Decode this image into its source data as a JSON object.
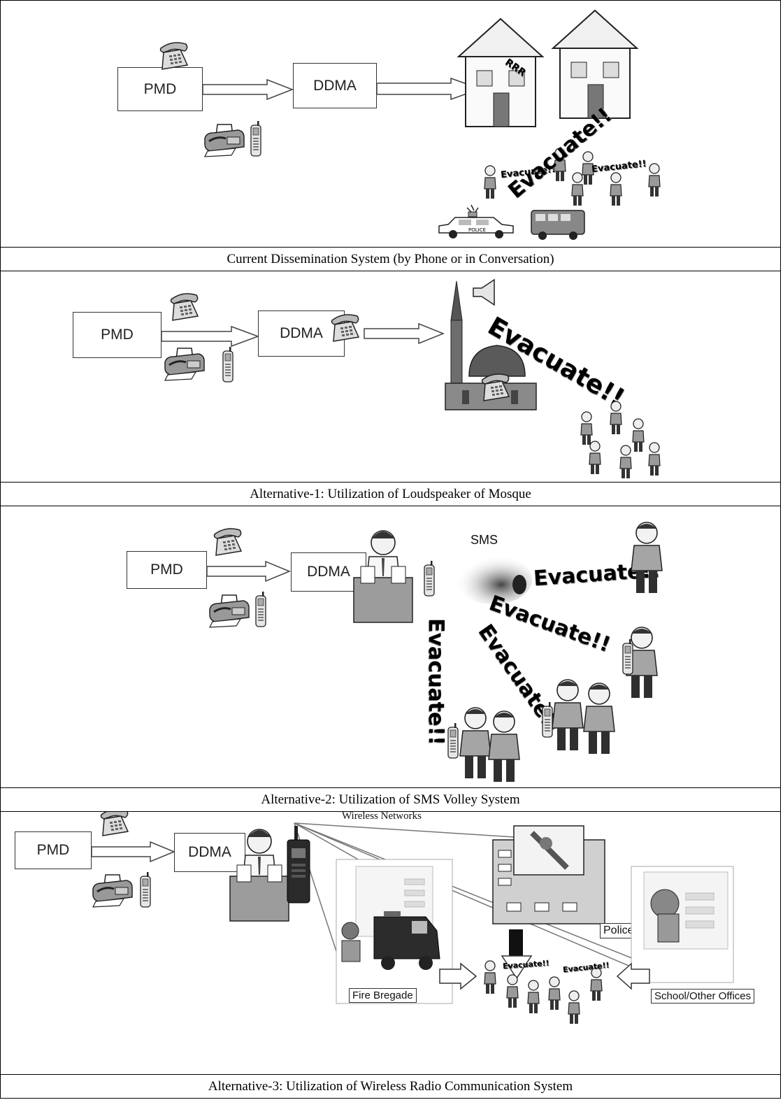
{
  "panels": [
    {
      "pmd": "PMD",
      "ddma": "DDMA",
      "evacuate_big": "Evacuate!!",
      "evacuate_small_1": "Evacuate!!",
      "evacuate_small_2": "Evacuate!!",
      "police_car_label": "POLICE",
      "caption": "Current Dissemination System (by Phone or in Conversation)"
    },
    {
      "pmd": "PMD",
      "ddma": "DDMA",
      "evacuate": "Evacuate!!",
      "caption": "Alternative-1: Utilization of Loudspeaker of Mosque"
    },
    {
      "pmd": "PMD",
      "ddma": "DDMA",
      "sms": "SMS",
      "evacuate_1": "Evacuate!!",
      "evacuate_2": "Evacuate!!",
      "evacuate_3": "Evacuate!!",
      "evacuate_4": "Evacuate!!",
      "caption": "Alternative-2: Utilization of SMS Volley System"
    },
    {
      "pmd": "PMD",
      "ddma": "DDMA",
      "wireless_networks": "Wireless Networks",
      "police": "Police",
      "fire_brigade": "Fire Bregade",
      "school_offices": "School/Other Offices",
      "evacuate_1": "Evacuate!!",
      "evacuate_2": "Evacuate!!",
      "caption": "Alternative-3: Utilization of Wireless Radio Communication System"
    }
  ],
  "icons": [
    "telephone-icon",
    "fax-icon",
    "mobile-phone-icon",
    "house-icon",
    "siren-icon",
    "police-car-icon",
    "bus-icon",
    "person-icon",
    "mosque-icon",
    "loudspeaker-icon",
    "operator-desk-icon",
    "radio-transceiver-icon",
    "building-icon",
    "fire-truck-icon"
  ]
}
